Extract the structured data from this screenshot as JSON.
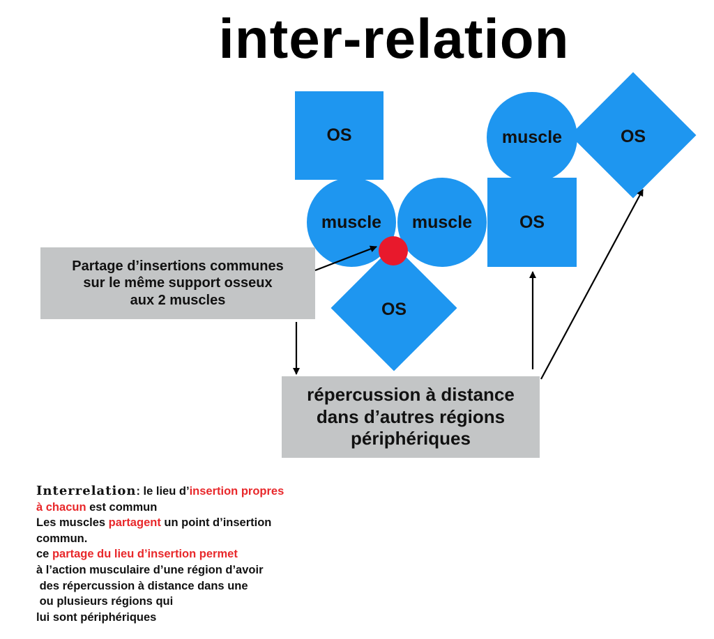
{
  "title": "inter-relation",
  "shapes": {
    "os_top_left": "OS",
    "muscle_left": "muscle",
    "muscle_center": "muscle",
    "os_diamond_bottom": "OS",
    "muscle_top_right": "muscle",
    "os_square_right": "OS",
    "os_diamond_right": "OS"
  },
  "boxes": {
    "partage": [
      "Partage d’insertions communes",
      "sur le même support osseux",
      "aux 2 muscles"
    ],
    "repercussion": [
      "répercussion à distance",
      "dans d’autres régions",
      "périphériques"
    ]
  },
  "colors": {
    "shape": "#1e96f0",
    "box": "#c3c5c6",
    "dot": "#e8192c",
    "highlight": "#e8282b"
  },
  "description": {
    "heading": "Interrelation",
    "l1_a": ":  le lieu d’",
    "l1_b": "insertion propres",
    "l2_a": "à chacun",
    "l2_b": " est commun",
    "l3_a": "Les muscles ",
    "l3_b": "partagent",
    "l3_c": " un point d’insertion",
    "l4": "commun.",
    "l5_a": "ce ",
    "l5_b": "partage du lieu d’insertion permet",
    "l6": "à l’action musculaire d’une région d’avoir",
    "l7": " des répercussion à distance dans une",
    "l8": " ou plusieurs régions qui",
    "l9": "lui sont périphériques"
  }
}
